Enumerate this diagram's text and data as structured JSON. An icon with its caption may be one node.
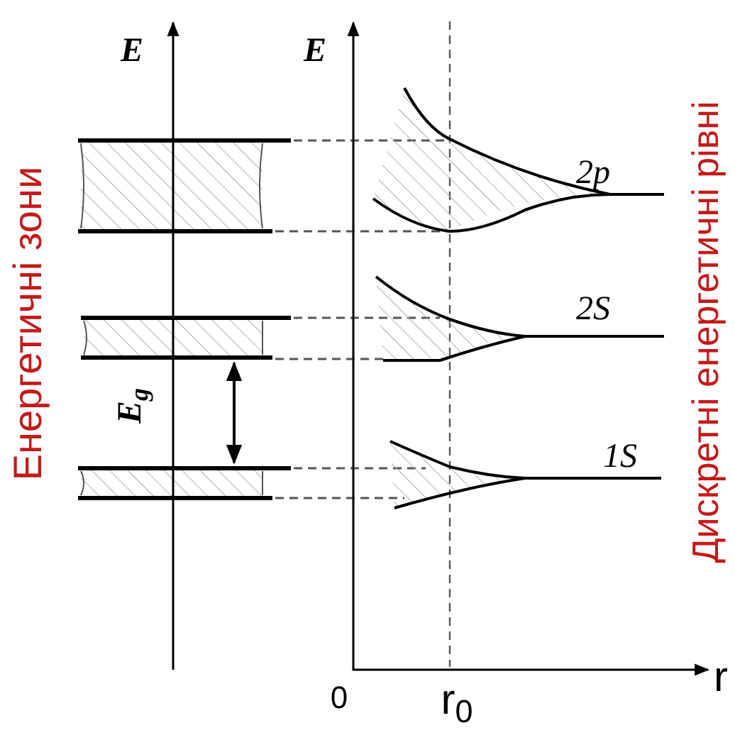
{
  "diagram": {
    "labels": [
      "E",
      "E",
      "2p",
      "2S",
      "Енергетичні зони",
      "E$_{g}$",
      "1S",
      "Дискретні енергетичні рівні",
      "0",
      "r$_{0}$",
      "r"
    ]
  }
}
